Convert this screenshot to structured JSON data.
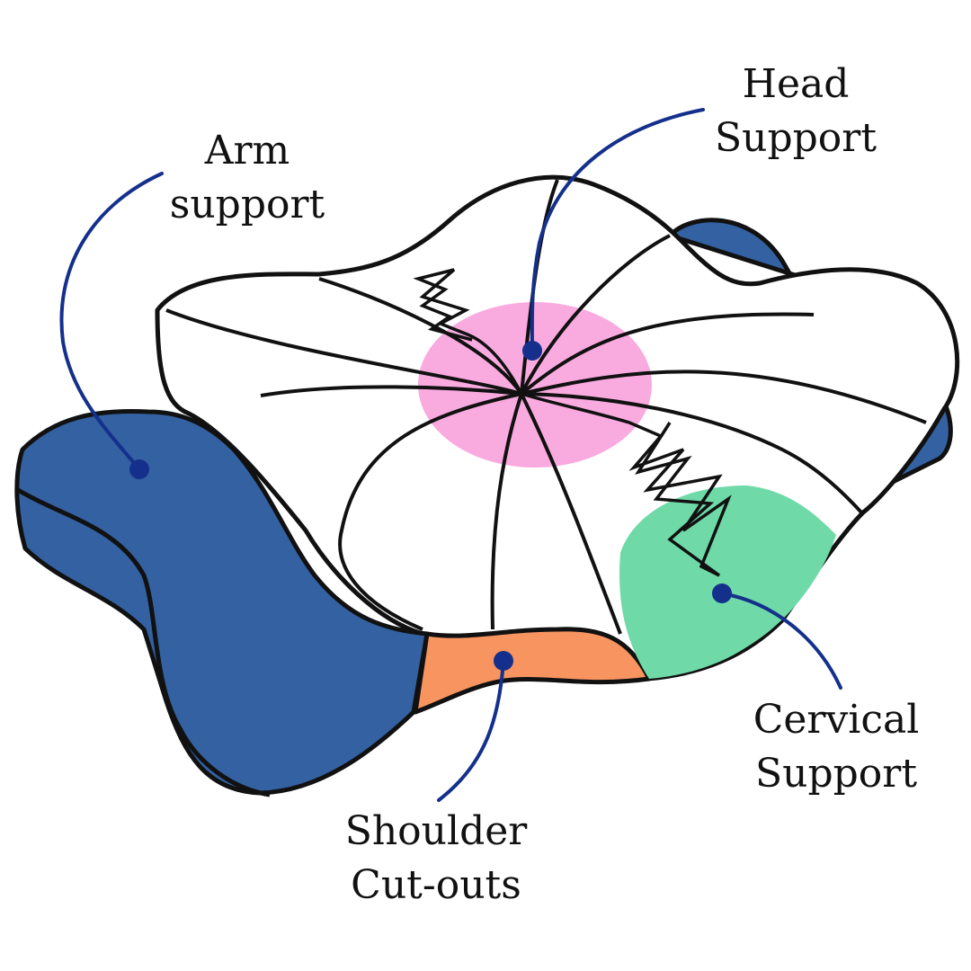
{
  "labels": {
    "arm": {
      "line1": "Arm",
      "line2": "support"
    },
    "head": {
      "line1": "Head",
      "line2": "Support"
    },
    "cervical": {
      "line1": "Cervical",
      "line2": "Support"
    },
    "shoulder": {
      "line1": "Shoulder",
      "line2": "Cut-outs"
    }
  },
  "colors": {
    "outline": "#111111",
    "pillow_top": "#ffffff",
    "arm_support": "#3461a1",
    "head_support": "#f9a3dc",
    "cervical_support": "#6fdaa8",
    "shoulder_cutout": "#f79460",
    "leader_line": "#14308c"
  }
}
